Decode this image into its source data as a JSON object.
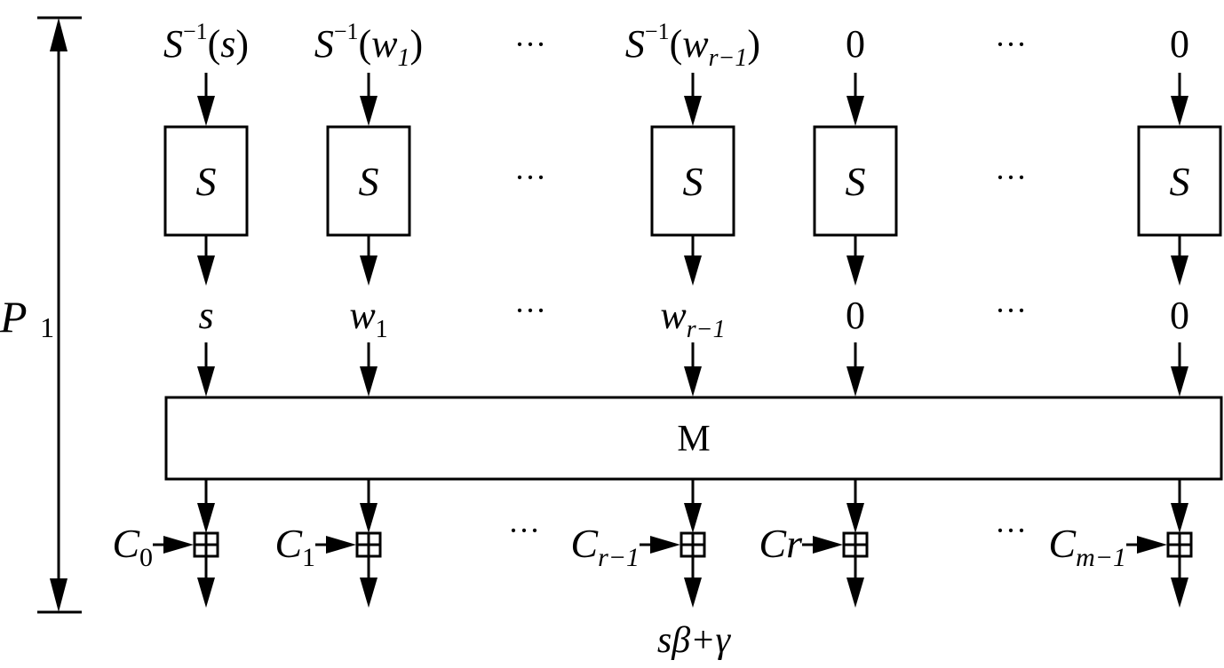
{
  "period_label": {
    "base": "P",
    "sub": "1"
  },
  "ellipsis": "···",
  "top_inputs": [
    {
      "kind": "inv",
      "arg": "s",
      "argsub": ""
    },
    {
      "kind": "inv",
      "arg": "w",
      "argsub": "1"
    },
    {
      "kind": "dots"
    },
    {
      "kind": "inv",
      "arg": "w",
      "argsub": "r−1"
    },
    {
      "kind": "zero",
      "text": "0"
    },
    {
      "kind": "dots"
    },
    {
      "kind": "zero",
      "text": "0"
    }
  ],
  "sbox_label": "S",
  "sbox_outputs": [
    {
      "kind": "var",
      "base": "s",
      "sub": ""
    },
    {
      "kind": "var",
      "base": "w",
      "sub": "1"
    },
    {
      "kind": "dots"
    },
    {
      "kind": "var",
      "base": "w",
      "sub": "r−1"
    },
    {
      "kind": "zero",
      "text": "0"
    },
    {
      "kind": "dots"
    },
    {
      "kind": "zero",
      "text": "0"
    }
  ],
  "mix_label": "M",
  "constants": [
    {
      "base": "C",
      "sub": "0"
    },
    {
      "base": "C",
      "sub": "1"
    },
    {
      "kind": "dots"
    },
    {
      "base": "C",
      "sub": "r−1"
    },
    {
      "base": "Cr",
      "sub": ""
    },
    {
      "kind": "dots"
    },
    {
      "base": "C",
      "sub": "m−1"
    }
  ],
  "result_label": "sβ+γ",
  "inverse_exponent": "−1",
  "add_symbol": "⊞"
}
